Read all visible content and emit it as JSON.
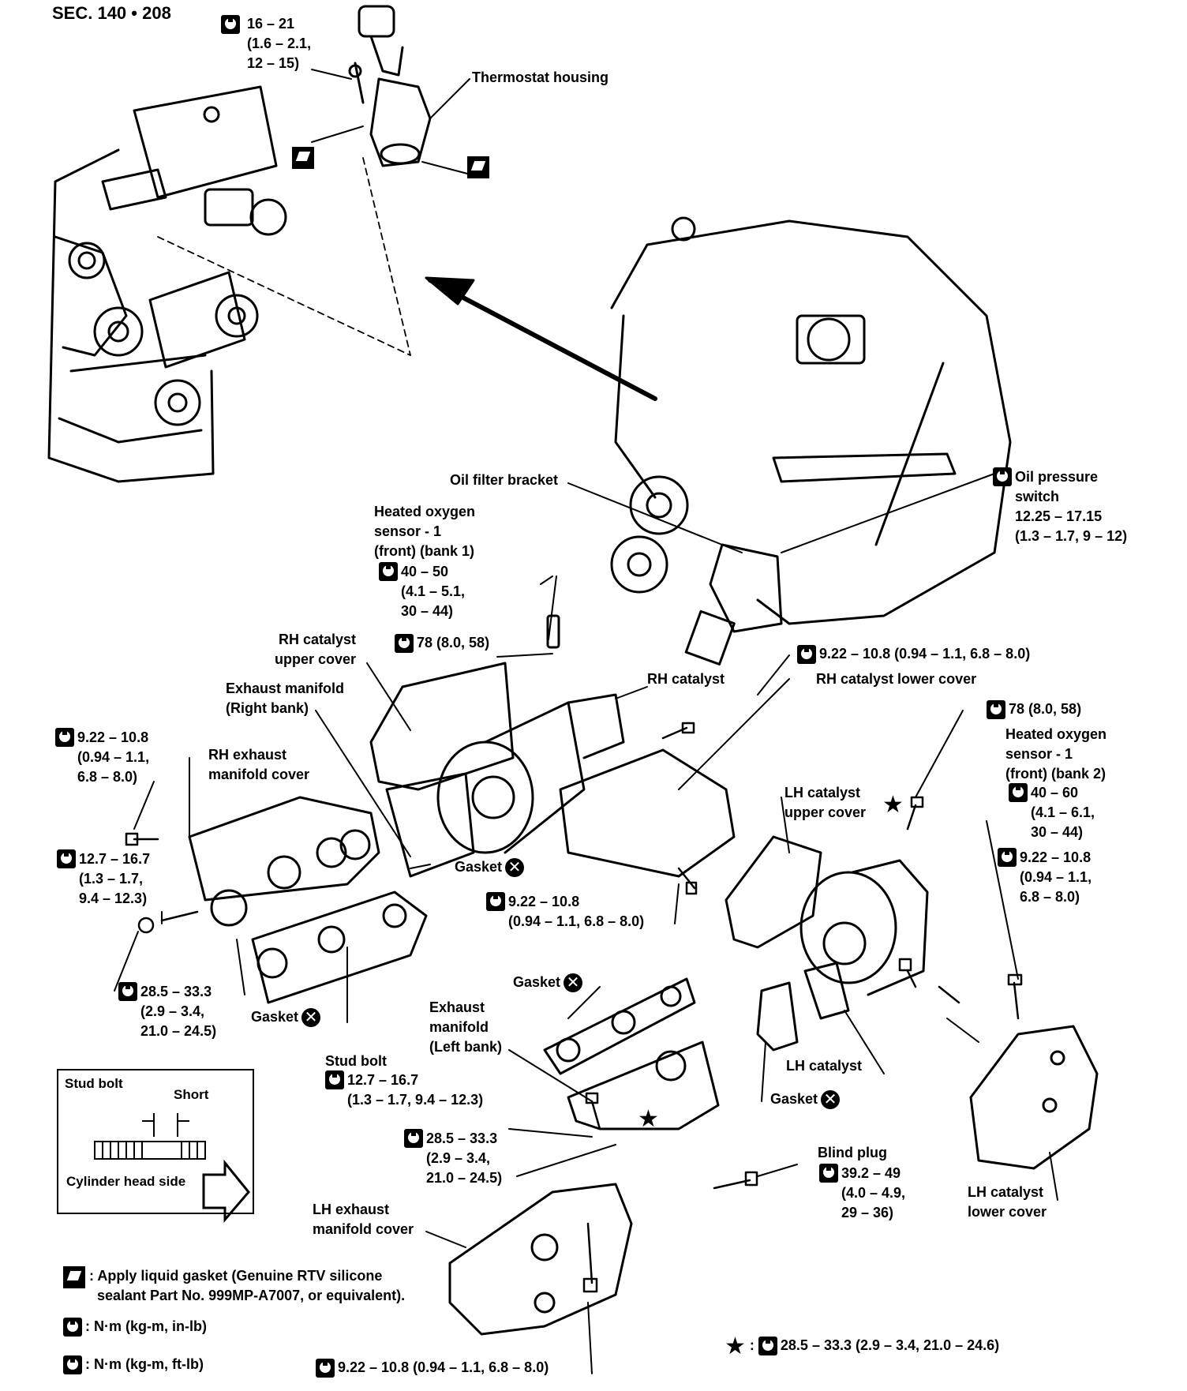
{
  "header": {
    "section": "SEC. 140 • 208"
  },
  "labels": {
    "thermostat_torque": "16 – 21\n(1.6 – 2.1,\n12 – 15)",
    "thermostat_housing": "Thermostat housing",
    "oil_filter_bracket": "Oil filter bracket",
    "oil_pressure_switch": "Oil pressure\nswitch\n12.25 – 17.15\n(1.3 – 1.7, 9 – 12)",
    "ho2s_bank1": "Heated oxygen\nsensor - 1\n(front) (bank 1)",
    "ho2s_bank1_torque": "40 – 50\n(4.1 – 5.1,\n30 – 44)",
    "rh_cat_upper_cover": "RH catalyst\nupper cover",
    "torque_78_a": "78 (8.0, 58)",
    "rh_catalyst": "RH catalyst",
    "torque_rh_lower": "9.22 – 10.8 (0.94 – 1.1, 6.8 – 8.0)",
    "rh_cat_lower_cover": "RH catalyst lower cover",
    "exh_manifold_right": "Exhaust manifold\n(Right bank)",
    "torque_78_b": "78 (8.0, 58)",
    "ho2s_bank2": "Heated oxygen\nsensor - 1\n(front) (bank 2)",
    "ho2s_bank2_torque": "40 – 60\n(4.1 – 6.1,\n30 – 44)",
    "torque_left_a": "9.22 – 10.8\n(0.94 – 1.1,\n6.8 – 8.0)",
    "rh_exh_cover": "RH exhaust\nmanifold cover",
    "lh_cat_upper_cover": "LH catalyst\nupper cover",
    "torque_right_b": "9.22 – 10.8\n(0.94 – 1.1,\n6.8 – 8.0)",
    "torque_12_7_a": "12.7 – 16.7\n(1.3 – 1.7,\n9.4 – 12.3)",
    "gasket_1": "Gasket",
    "torque_mid": "9.22 – 10.8\n(0.94 – 1.1, 6.8 – 8.0)",
    "torque_28_a": "28.5 – 33.3\n(2.9 – 3.4,\n21.0 – 24.5)",
    "gasket_2": "Gasket",
    "gasket_3": "Gasket",
    "exh_manifold_left": "Exhaust\nmanifold\n(Left bank)",
    "stud_bolt": "Stud bolt",
    "torque_12_7_b": "12.7 – 16.7\n(1.3 – 1.7, 9.4 – 12.3)",
    "torque_28_b": "28.5 – 33.3\n(2.9 – 3.4,\n21.0 – 24.5)",
    "lh_catalyst": "LH catalyst",
    "gasket_4": "Gasket",
    "blind_plug": "Blind plug",
    "torque_blind": "39.2 – 49\n(4.0 – 4.9,\n29 – 36)",
    "lh_cat_lower_cover": "LH catalyst\nlower cover",
    "lh_exh_cover": "LH exhaust\nmanifold cover"
  },
  "inset": {
    "title": "Stud bolt",
    "short": "Short",
    "cyl_head_side": "Cylinder head side"
  },
  "legend": {
    "liquid_gasket": ": Apply liquid gasket (Genuine RTV silicone\n  sealant Part No. 999MP-A7007, or equivalent).",
    "nm_in_lb": ": N·m (kg-m, in-lb)",
    "nm_ft_lb": ": N·m (kg-m, ft-lb)",
    "bottom_torque": "9.22 – 10.8 (0.94 – 1.1, 6.8 – 8.0)",
    "star_torque": "28.5 – 33.3 (2.9 – 3.4, 21.0 – 24.6)"
  }
}
